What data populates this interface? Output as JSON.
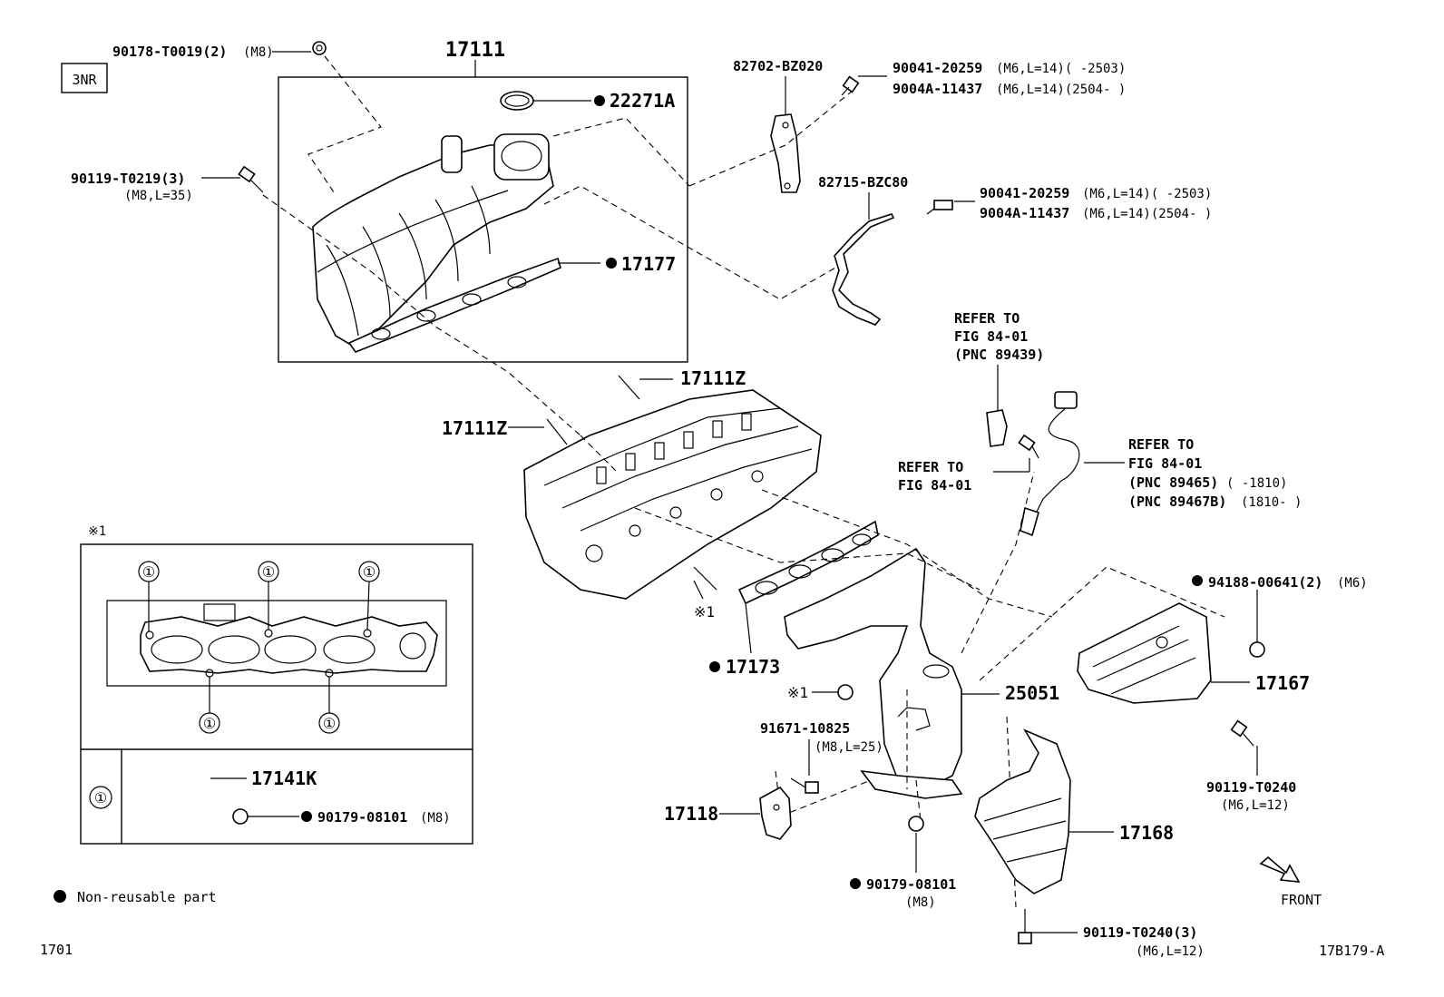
{
  "engine_tag": "3NR",
  "figure_no": "1701",
  "figure_ref": "17B179-A",
  "legend_text": "Non-reusable part",
  "front_label": "FRONT",
  "note_mark": "※1",
  "circle_one": "①",
  "labels": {
    "p17111": "17111",
    "p22271A": "22271A",
    "p17177": "17177",
    "p90178_code": "90178-T0019(2)",
    "p90178_spec": "(M8)",
    "p90119_t0219_code": "90119-T0219(3)",
    "p90119_t0219_spec": "(M8,L=35)",
    "p82702": "82702-BZ020",
    "p90041_a_code": "90041-20259",
    "p90041_a_spec": "(M6,L=14)(     -2503)",
    "p9004a_a_code": "9004A-11437",
    "p9004a_a_spec": "(M6,L=14)(2504-     )",
    "p82715": "82715-BZC80",
    "p90041_b_code": "90041-20259",
    "p90041_b_spec": "(M6,L=14)(     -2503)",
    "p9004a_b_code": "9004A-11437",
    "p9004a_b_spec": "(M6,L=14)(2504-     )",
    "refer1_l1": "REFER TO",
    "refer1_l2": "FIG 84-01",
    "refer1_l3": "(PNC 89439)",
    "refer2_l1": "REFER TO",
    "refer2_l2": "FIG 84-01",
    "refer3_l1": "REFER TO",
    "refer3_l2": "FIG 84-01",
    "refer3_l3": "(PNC 89465)",
    "refer3_l3b": "(     -1810)",
    "refer3_l4": "(PNC 89467B)",
    "refer3_l4b": "(1810-     )",
    "p17111Z_a": "17111Z",
    "p17111Z_b": "17111Z",
    "p17173": "17173",
    "p25051": "25051",
    "p94188_code": "94188-00641(2)",
    "p94188_spec": "(M6)",
    "p17167": "17167",
    "p91671_code": "91671-10825",
    "p91671_spec": "(M8,L=25)",
    "p17118": "17118",
    "p90179_mid_code": "90179-08101",
    "p90179_mid_spec": "(M8)",
    "p17168": "17168",
    "p90119_t0240a_code": "90119-T0240",
    "p90119_t0240a_spec": "(M6,L=12)",
    "p90119_t0240b_code": "90119-T0240(3)",
    "p90119_t0240b_spec": "(M6,L=12)",
    "p17141K": "17141K",
    "p90179_box_code": "90179-08101",
    "p90179_box_spec": "(M8)"
  }
}
